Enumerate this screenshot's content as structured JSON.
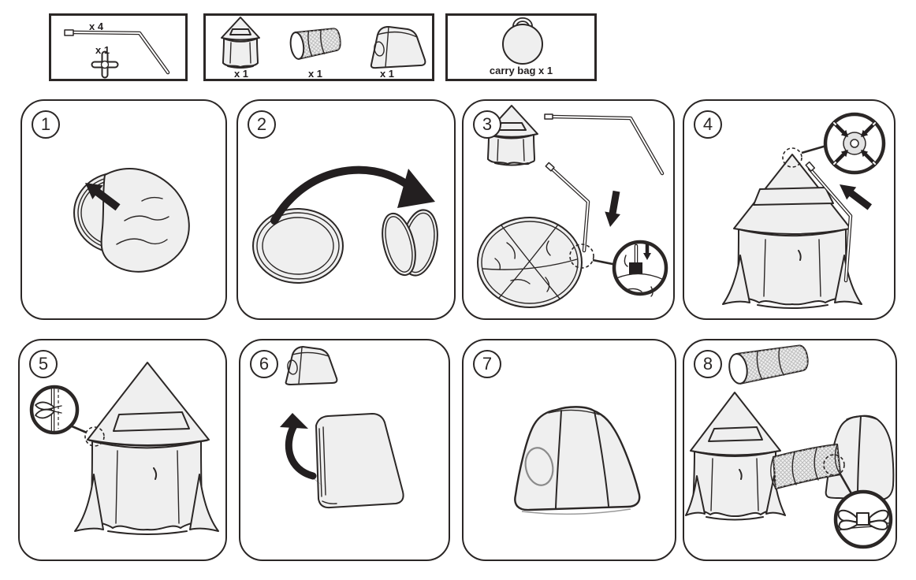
{
  "sheet": {
    "background": "#ffffff",
    "line_color": "#2b2726",
    "arrow_color": "#231f20",
    "fabric_fill_color": "#efefef"
  },
  "parts_row": {
    "pole_kit_box": {
      "pole_icon": "bent-pole-icon",
      "pole_label": "x 4",
      "connector_icon": "cross-connector-icon",
      "connector_label": "x 1"
    },
    "tents_box": {
      "cone_tent_icon": "cone-tent-icon",
      "cone_tent_label": "x 1",
      "tunnel_icon": "tunnel-icon",
      "tunnel_label": "x 1",
      "dome_tent_icon": "dome-tent-icon",
      "dome_tent_label": "x 1"
    },
    "carry_bag_box": {
      "bag_icon": "carry-bag-icon",
      "label": "carry bag x 1"
    }
  },
  "steps": [
    {
      "number": "1",
      "illustration": "carry-bag-cover-removal"
    },
    {
      "number": "2",
      "illustration": "flip-and-pop-open-base"
    },
    {
      "number": "3",
      "illustration": "insert-pole-into-base-pocket"
    },
    {
      "number": "4",
      "illustration": "join-poles-in-top-cross-connector"
    },
    {
      "number": "5",
      "illustration": "tie-fabric-straps-to-pole"
    },
    {
      "number": "6",
      "illustration": "pop-open-folded-dome-tent"
    },
    {
      "number": "7",
      "illustration": "dome-tent-assembled"
    },
    {
      "number": "8",
      "illustration": "attach-tunnel-between-tents-with-bow-ties"
    }
  ]
}
